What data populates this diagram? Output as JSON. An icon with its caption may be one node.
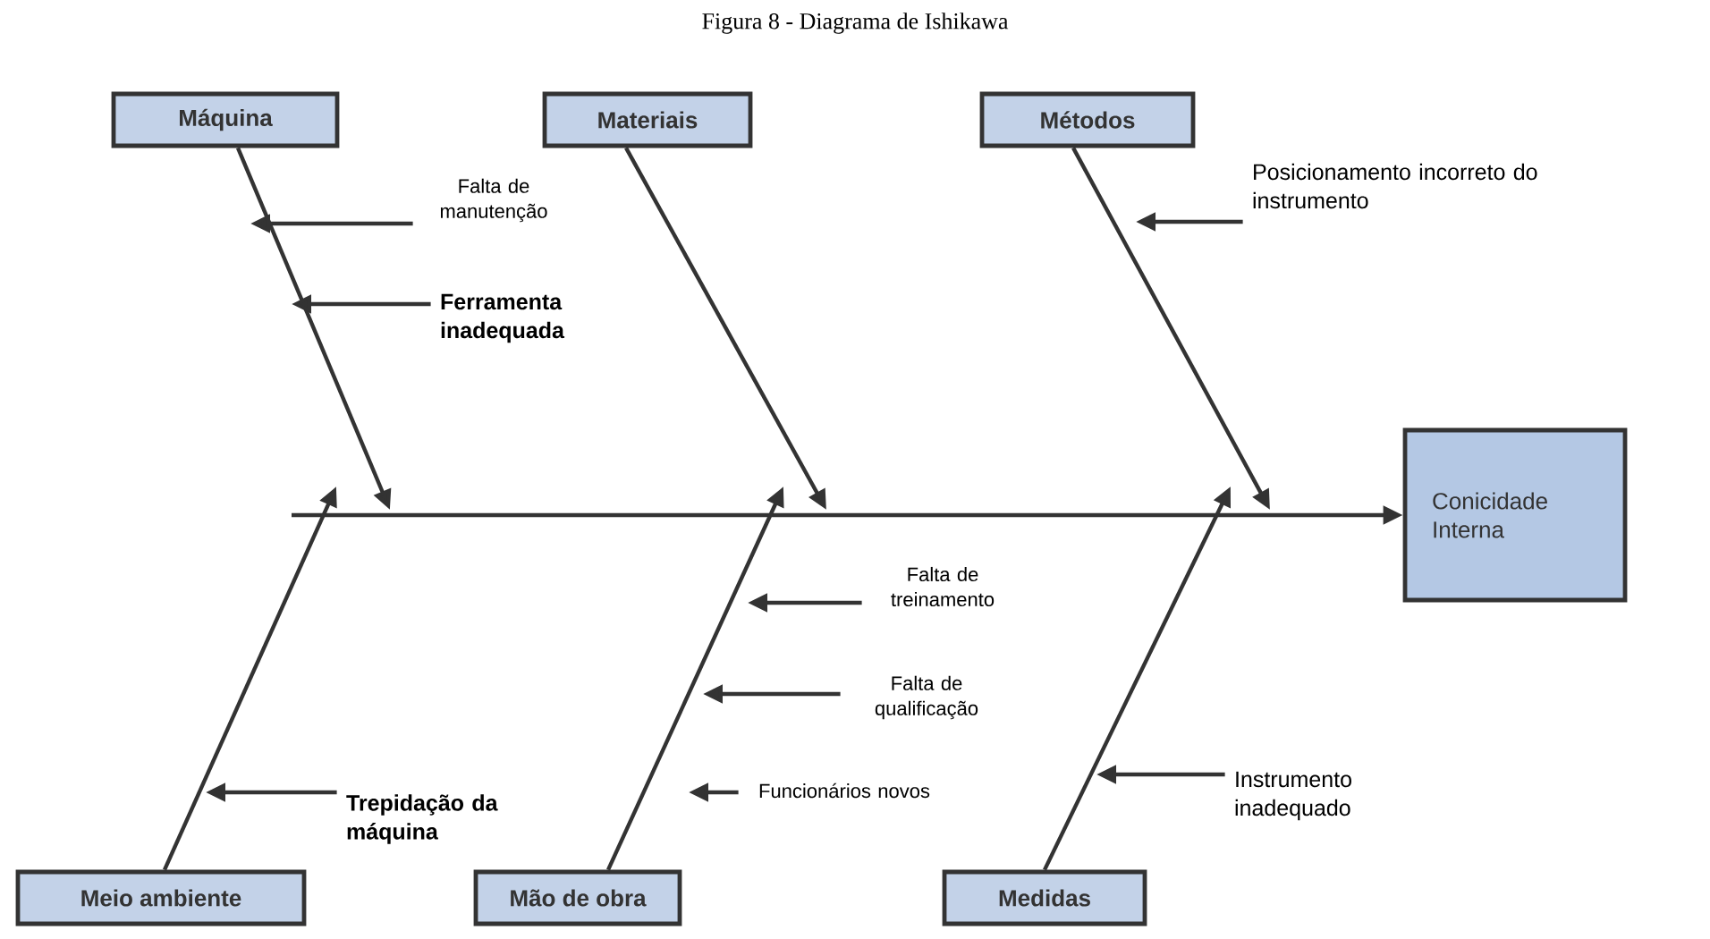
{
  "diagram": {
    "title": "Figura 8 - Diagrama de Ishikawa",
    "nodes": [
      {
        "text": [
          "Máquina"
        ]
      },
      {
        "text": [
          "Materiais"
        ]
      },
      {
        "text": [
          "Métodos"
        ]
      },
      {
        "text": [
          "Falta de manutenção"
        ]
      },
      {
        "text": [
          "Posicionamento incorreto do instrumento"
        ]
      },
      {
        "text": [
          "Ferramenta inadequada"
        ]
      },
      {
        "text": [
          "Conicidade Interna"
        ]
      },
      {
        "text": [
          "Falta de treinamento"
        ]
      },
      {
        "text": [
          "Falta de qualificação"
        ]
      },
      {
        "text": [
          "Trepidação da máquina"
        ]
      },
      {
        "text": [
          "Funcionários novos"
        ]
      },
      {
        "text": [
          "Instrumento inadequado"
        ]
      },
      {
        "text": [
          "Meio ambiente"
        ]
      },
      {
        "text": [
          "Mão de obra"
        ]
      },
      {
        "text": [
          "Medidas"
        ]
      }
    ],
    "edges": [
      {
        "from": 0,
        "to": null,
        "arrow": "to"
      },
      {
        "from": 1,
        "to": null,
        "arrow": "to"
      },
      {
        "from": 2,
        "to": null,
        "arrow": "to"
      },
      {
        "from": 3,
        "to": null,
        "arrow": "to"
      },
      {
        "from": 5,
        "to": null,
        "arrow": "to"
      },
      {
        "from": 4,
        "to": null,
        "arrow": "to"
      },
      {
        "from": null,
        "to": 6,
        "arrow": "to"
      },
      {
        "from": 7,
        "to": null,
        "arrow": "to"
      },
      {
        "from": 8,
        "to": null,
        "arrow": "to"
      },
      {
        "from": 9,
        "to": null,
        "arrow": "to"
      },
      {
        "from": 10,
        "to": null,
        "arrow": "to"
      },
      {
        "from": 11,
        "to": null,
        "arrow": "to"
      },
      {
        "from": 12,
        "to": null,
        "arrow": "to"
      },
      {
        "from": 13,
        "to": null,
        "arrow": "to"
      },
      {
        "from": 14,
        "to": null,
        "arrow": "to"
      }
    ]
  }
}
